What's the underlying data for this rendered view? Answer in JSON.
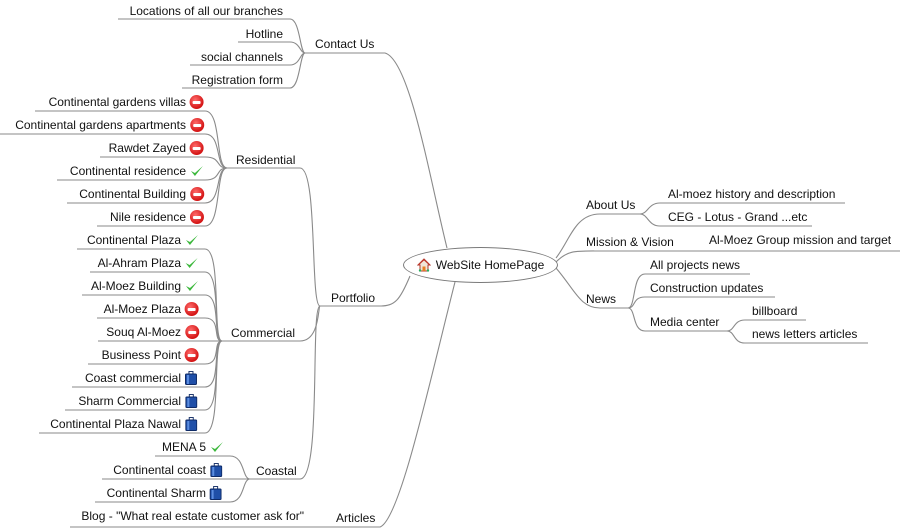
{
  "root": {
    "label": "WebSite HomePage",
    "icon": "home-icon"
  },
  "left_branches": {
    "contact_us": {
      "label": "Contact Us",
      "children": [
        "Locations of all our branches",
        "Hotline",
        "social channels",
        "Registration form"
      ]
    },
    "portfolio": {
      "label": "Portfolio",
      "residential": {
        "label": "Residential",
        "children": [
          {
            "label": "Continental gardens villas",
            "status": "no-entry-icon"
          },
          {
            "label": "Continental gardens apartments",
            "status": "no-entry-icon"
          },
          {
            "label": "Rawdet Zayed",
            "status": "no-entry-icon"
          },
          {
            "label": "Continental residence",
            "status": "check-icon"
          },
          {
            "label": "Continental Building",
            "status": "no-entry-icon"
          },
          {
            "label": "Nile residence",
            "status": "no-entry-icon"
          }
        ]
      },
      "commercial": {
        "label": "Commercial",
        "children": [
          {
            "label": "Continental Plaza",
            "status": "check-icon"
          },
          {
            "label": "Al-Ahram Plaza",
            "status": "check-icon"
          },
          {
            "label": "Al-Moez Building",
            "status": "check-icon"
          },
          {
            "label": "Al-Moez Plaza",
            "status": "no-entry-icon"
          },
          {
            "label": "Souq Al-Moez",
            "status": "no-entry-icon"
          },
          {
            "label": "Business Point",
            "status": "no-entry-icon"
          },
          {
            "label": "Coast commercial",
            "status": "briefcase-icon"
          },
          {
            "label": "Sharm Commercial",
            "status": "briefcase-icon"
          },
          {
            "label": "Continental Plaza Nawal",
            "status": "briefcase-icon"
          }
        ]
      },
      "coastal": {
        "label": "Coastal",
        "children": [
          {
            "label": "MENA 5",
            "status": "check-icon"
          },
          {
            "label": "Continental coast",
            "status": "briefcase-icon"
          },
          {
            "label": "Continental Sharm",
            "status": "briefcase-icon"
          }
        ]
      }
    },
    "articles": {
      "label": "Articles",
      "children": [
        "Blog - \"What real estate customer ask for\""
      ]
    }
  },
  "right_branches": {
    "about_us": {
      "label": "About Us",
      "children": [
        "Al-moez history and description",
        "CEG - Lotus - Grand ...etc"
      ]
    },
    "mission": {
      "label": "Mission & Vision",
      "children": [
        "Al-Moez Group mission and target"
      ]
    },
    "news": {
      "label": "News",
      "children": [
        "All projects news",
        "Construction updates"
      ],
      "media_center": {
        "label": "Media center",
        "children": [
          "billboard",
          "news letters articles"
        ]
      }
    }
  },
  "colors": {
    "line": "#8a8a8a",
    "no_entry": "#d41414",
    "check": "#3cb83c",
    "briefcase": "#1f4fa8"
  }
}
